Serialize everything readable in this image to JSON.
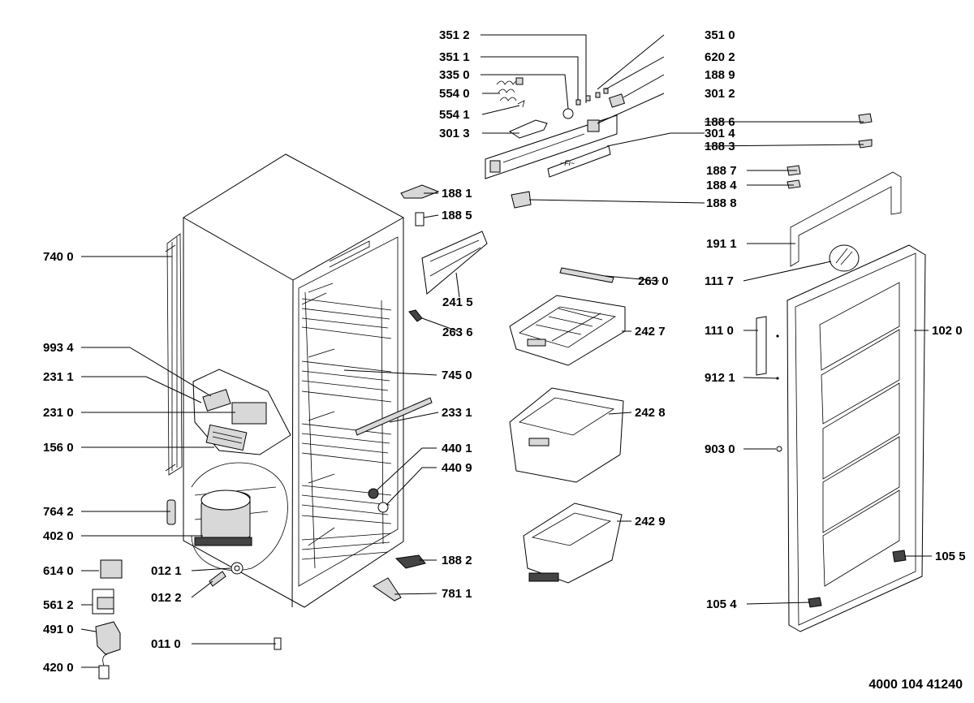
{
  "diagram_code": "4000 104 41240",
  "labels": {
    "l3512": "351 2",
    "l3510": "351 0",
    "l3511": "351 1",
    "l6202": "620 2",
    "l3350": "335 0",
    "l1889": "188 9",
    "l5540": "554 0",
    "l3012": "301 2",
    "l5541": "554 1",
    "l1886": "188 6",
    "l3013": "301 3",
    "l3014": "301 4",
    "l1883": "188 3",
    "l1887": "188 7",
    "l1881": "188 1",
    "l1884": "188 4",
    "l1888": "188 8",
    "l1885": "188 5",
    "l1911": "191 1",
    "l7400": "740 0",
    "l2630": "263 0",
    "l1117": "111 7",
    "l2415": "241 5",
    "l2636": "263 6",
    "l2427": "242 7",
    "l1110": "111 0",
    "l1020": "102 0",
    "l9934": "993 4",
    "l7450": "745 0",
    "l2311": "231 1",
    "l9121": "912 1",
    "l2310": "231 0",
    "l2331": "233 1",
    "l2428": "242 8",
    "l1560": "156 0",
    "l4401": "440 1",
    "l9030": "903 0",
    "l4409": "440 9",
    "l7642": "764 2",
    "l2429": "242 9",
    "l4020": "402 0",
    "l6140": "614 0",
    "l0121": "012 1",
    "l1882": "188 2",
    "l1055": "105 5",
    "l5612": "561 2",
    "l0122": "012 2",
    "l7811": "781 1",
    "l1054": "105 4",
    "l4910": "491 0",
    "l0110": "011 0",
    "l4200": "420 0"
  }
}
